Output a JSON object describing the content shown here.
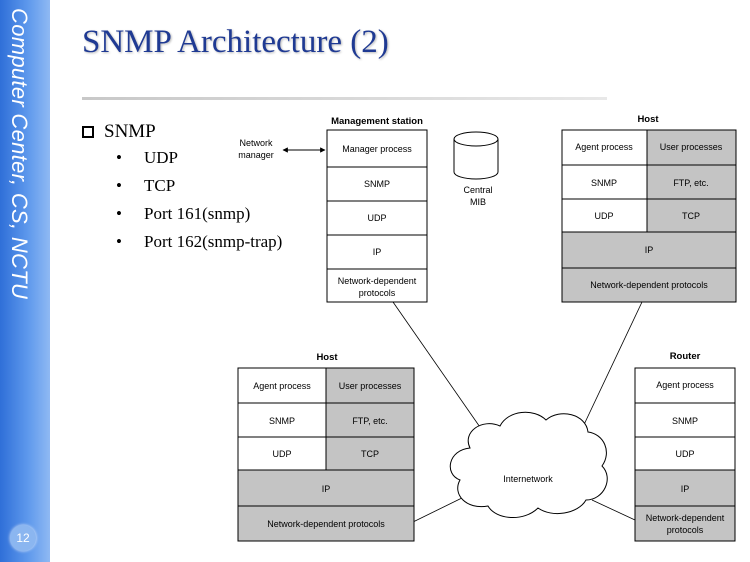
{
  "slide": {
    "title": "SNMP Architecture (2)",
    "sidebar_text": "Computer Center, CS, NCTU",
    "page_number": "12"
  },
  "bullets": {
    "main": "SNMP",
    "items": [
      "UDP",
      "TCP",
      "Port 161(snmp)",
      "Port 162(snmp-trap)"
    ]
  },
  "diagram": {
    "management_station": {
      "heading": "Management station",
      "layers": [
        "Manager process",
        "SNMP",
        "UDP",
        "IP",
        "Network-dependent",
        "protocols"
      ]
    },
    "network_manager": [
      "Network",
      "manager"
    ],
    "central_mib": [
      "Central",
      "MIB"
    ],
    "host_top": {
      "heading": "Host",
      "agent": "Agent process",
      "user": "User processes",
      "snmp": "SNMP",
      "ftp": "FTP, etc.",
      "udp": "UDP",
      "tcp": "TCP",
      "ip": "IP",
      "netdep": "Network-dependent protocols"
    },
    "host_bottom": {
      "heading": "Host",
      "agent": "Agent process",
      "user": "User processes",
      "snmp": "SNMP",
      "ftp": "FTP, etc.",
      "udp": "UDP",
      "tcp": "TCP",
      "ip": "IP",
      "netdep": "Network-dependent protocols"
    },
    "router": {
      "heading": "Router",
      "layers": [
        "Agent process",
        "SNMP",
        "UDP",
        "IP",
        "Network-dependent",
        "protocols"
      ]
    },
    "internetwork": "Internetwork"
  },
  "colors": {
    "title": "#1f3a93",
    "sidebar": "#4a86e4",
    "shaded_cell": "#c4c4c4"
  }
}
